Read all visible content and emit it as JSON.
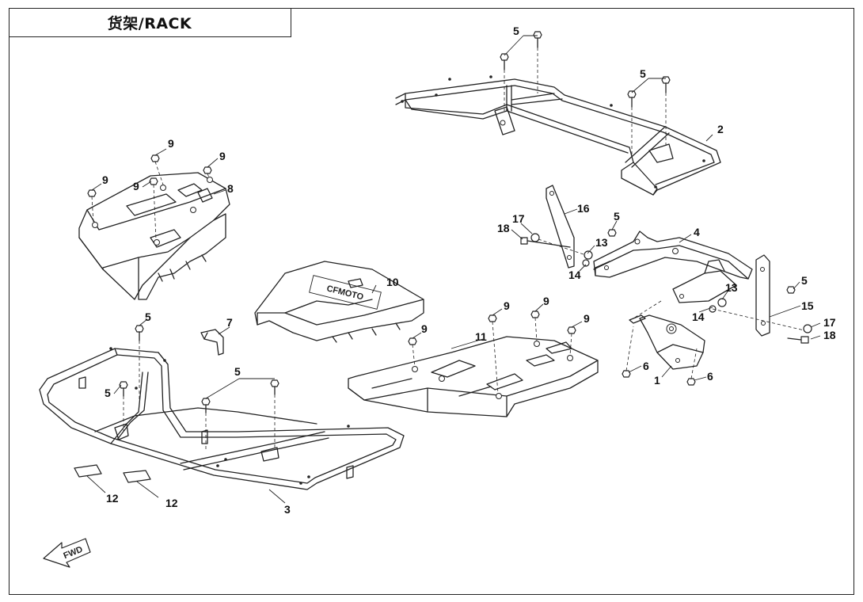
{
  "title": "货架/RACK",
  "direction_label": "FWD",
  "badge_text": "CFMOTO",
  "callouts": {
    "c1": "1",
    "c2": "2",
    "c3": "3",
    "c4": "4",
    "c5a": "5",
    "c5b": "5",
    "c5c": "5",
    "c5d": "5",
    "c5e": "5",
    "c5f": "5",
    "c6a": "6",
    "c6b": "6",
    "c7": "7",
    "c8": "8",
    "c9a": "9",
    "c9b": "9",
    "c9c": "9",
    "c9d": "9",
    "c9e": "9",
    "c9f": "9",
    "c9g": "9",
    "c9h": "9",
    "c10": "10",
    "c11": "11",
    "c12a": "12",
    "c12b": "12",
    "c13a": "13",
    "c13b": "13",
    "c14a": "14",
    "c14b": "14",
    "c15": "15",
    "c16": "16",
    "c17a": "17",
    "c17b": "17",
    "c18a": "18",
    "c18b": "18"
  }
}
